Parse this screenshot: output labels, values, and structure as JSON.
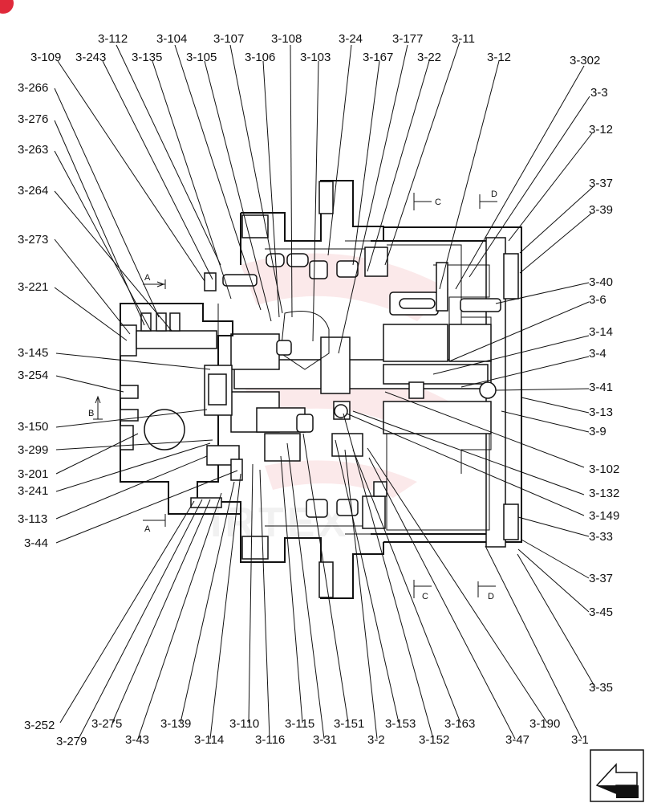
{
  "watermark_text": "IRTEX",
  "brand_color": "#e0293a",
  "corner_icon": "direction-arrow-icon",
  "section_markers": {
    "A": "A",
    "B": "B",
    "C": "C",
    "D": "D"
  },
  "labels": {
    "l3_112": "3-112",
    "l3_104": "3-104",
    "l3_107": "3-107",
    "l3_108": "3-108",
    "l3_24": "3-24",
    "l3_177": "3-177",
    "l3_11": "3-11",
    "l3_109": "3-109",
    "l3_243": "3-243",
    "l3_135": "3-135",
    "l3_105": "3-105",
    "l3_106": "3-106",
    "l3_103": "3-103",
    "l3_167": "3-167",
    "l3_22": "3-22",
    "l3_12a": "3-12",
    "l3_302": "3-302",
    "l3_3": "3-3",
    "l3_12b": "3-12",
    "l3_37a": "3-37",
    "l3_39": "3-39",
    "l3_40": "3-40",
    "l3_6": "3-6",
    "l3_14": "3-14",
    "l3_4": "3-4",
    "l3_41": "3-41",
    "l3_13": "3-13",
    "l3_9": "3-9",
    "l3_102": "3-102",
    "l3_132": "3-132",
    "l3_149": "3-149",
    "l3_33": "3-33",
    "l3_37b": "3-37",
    "l3_45": "3-45",
    "l3_35": "3-35",
    "l3_266": "3-266",
    "l3_276": "3-276",
    "l3_263": "3-263",
    "l3_264": "3-264",
    "l3_273": "3-273",
    "l3_221": "3-221",
    "l3_145": "3-145",
    "l3_254": "3-254",
    "l3_150": "3-150",
    "l3_299": "3-299",
    "l3_201": "3-201",
    "l3_241": "3-241",
    "l3_113": "3-113",
    "l3_44": "3-44",
    "l3_252": "3-252",
    "l3_279": "3-279",
    "l3_275": "3-275",
    "l3_43": "3-43",
    "l3_139": "3-139",
    "l3_114": "3-114",
    "l3_110": "3-110",
    "l3_116": "3-116",
    "l3_115": "3-115",
    "l3_31": "3-31",
    "l3_151": "3-151",
    "l3_2": "3-2",
    "l3_153": "3-153",
    "l3_152": "3-152",
    "l3_163": "3-163",
    "l3_47": "3-47",
    "l3_190": "3-190",
    "l3_1": "3-1"
  }
}
